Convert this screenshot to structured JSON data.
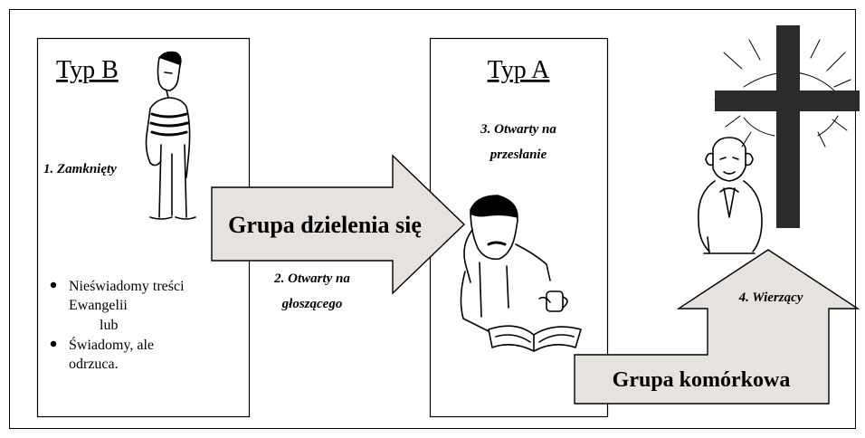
{
  "type_b": {
    "title": "Typ B",
    "stage_label": "1. Zamknięty",
    "bullets": [
      "Nieświadomy treści",
      "Ewangelii",
      "lub",
      "Świadomy, ale",
      "odrzuca."
    ]
  },
  "type_a": {
    "title": "Typ A",
    "stage_label_line1": "3. Otwarty na",
    "stage_label_line2": "przesłanie"
  },
  "arrow_sharing": {
    "label": "Grupa dzielenia się",
    "caption_line1": "2. Otwarty na",
    "caption_line2": "głoszącego"
  },
  "arrow_cell": {
    "label": "Grupa komórkowa",
    "caption": "4. Wierzący"
  },
  "colors": {
    "arrow_fill": "#e6e3df",
    "cross": "#2b2b2b",
    "line": "#000000"
  },
  "icons": [
    "standing-man-icon",
    "reading-man-icon",
    "praying-man-icon",
    "radiant-cross-icon"
  ]
}
